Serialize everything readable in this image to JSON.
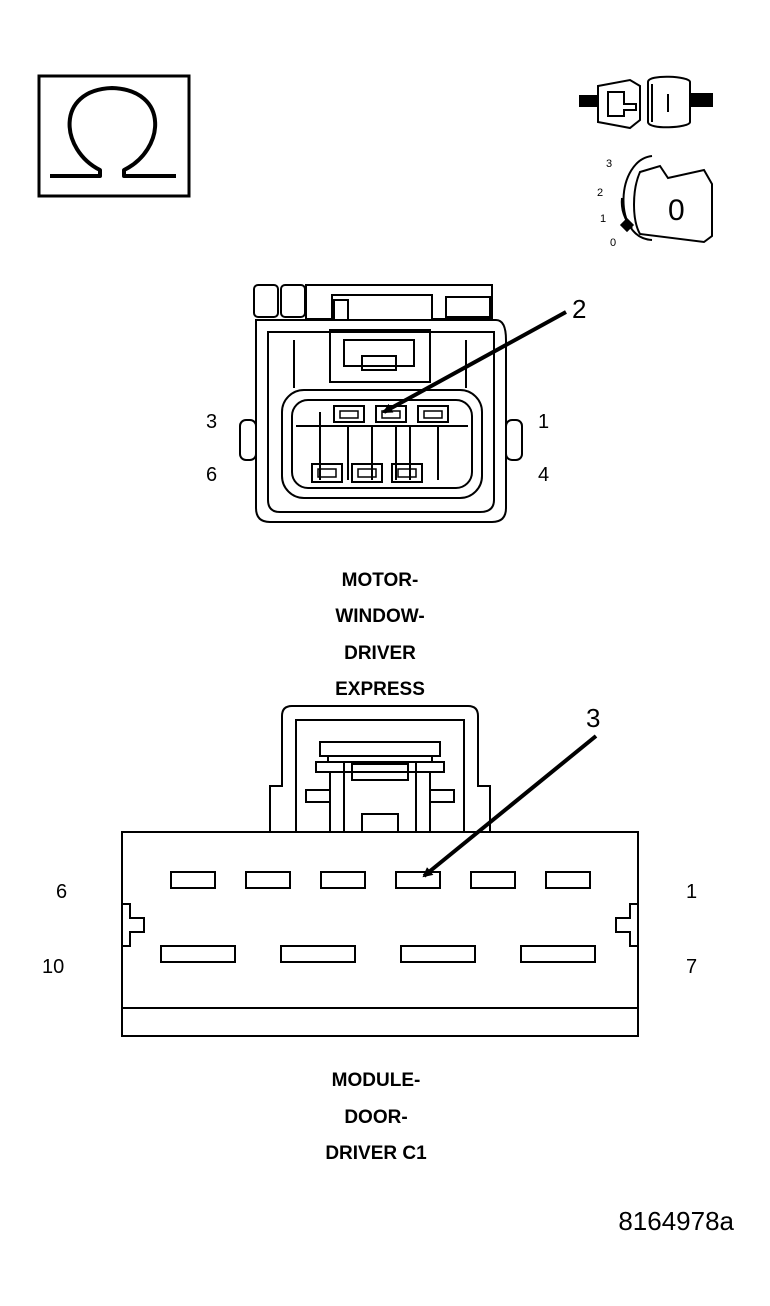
{
  "icons": {
    "ohm_symbol": "omega-icon",
    "disconnect_connector": "connector-disconnect-icon",
    "ignition_switch": "ignition-key-icon",
    "ignition_key_label": "0",
    "ignition_positions": [
      "3",
      "2",
      "1",
      "0"
    ]
  },
  "connector_top": {
    "callout": "2",
    "pin_labels": {
      "top_left": "3",
      "top_right": "1",
      "bottom_left": "6",
      "bottom_right": "4"
    },
    "name_lines": [
      "MOTOR-",
      "WINDOW-",
      "DRIVER",
      "EXPRESS"
    ]
  },
  "connector_bottom": {
    "callout": "3",
    "pin_labels": {
      "top_left": "6",
      "top_right": "1",
      "bottom_left": "10",
      "bottom_right": "7"
    },
    "name_lines": [
      "MODULE-",
      "DOOR-",
      "DRIVER C1"
    ]
  },
  "figure_id": "8164978a",
  "colors": {
    "line": "#000000",
    "background": "#ffffff"
  }
}
